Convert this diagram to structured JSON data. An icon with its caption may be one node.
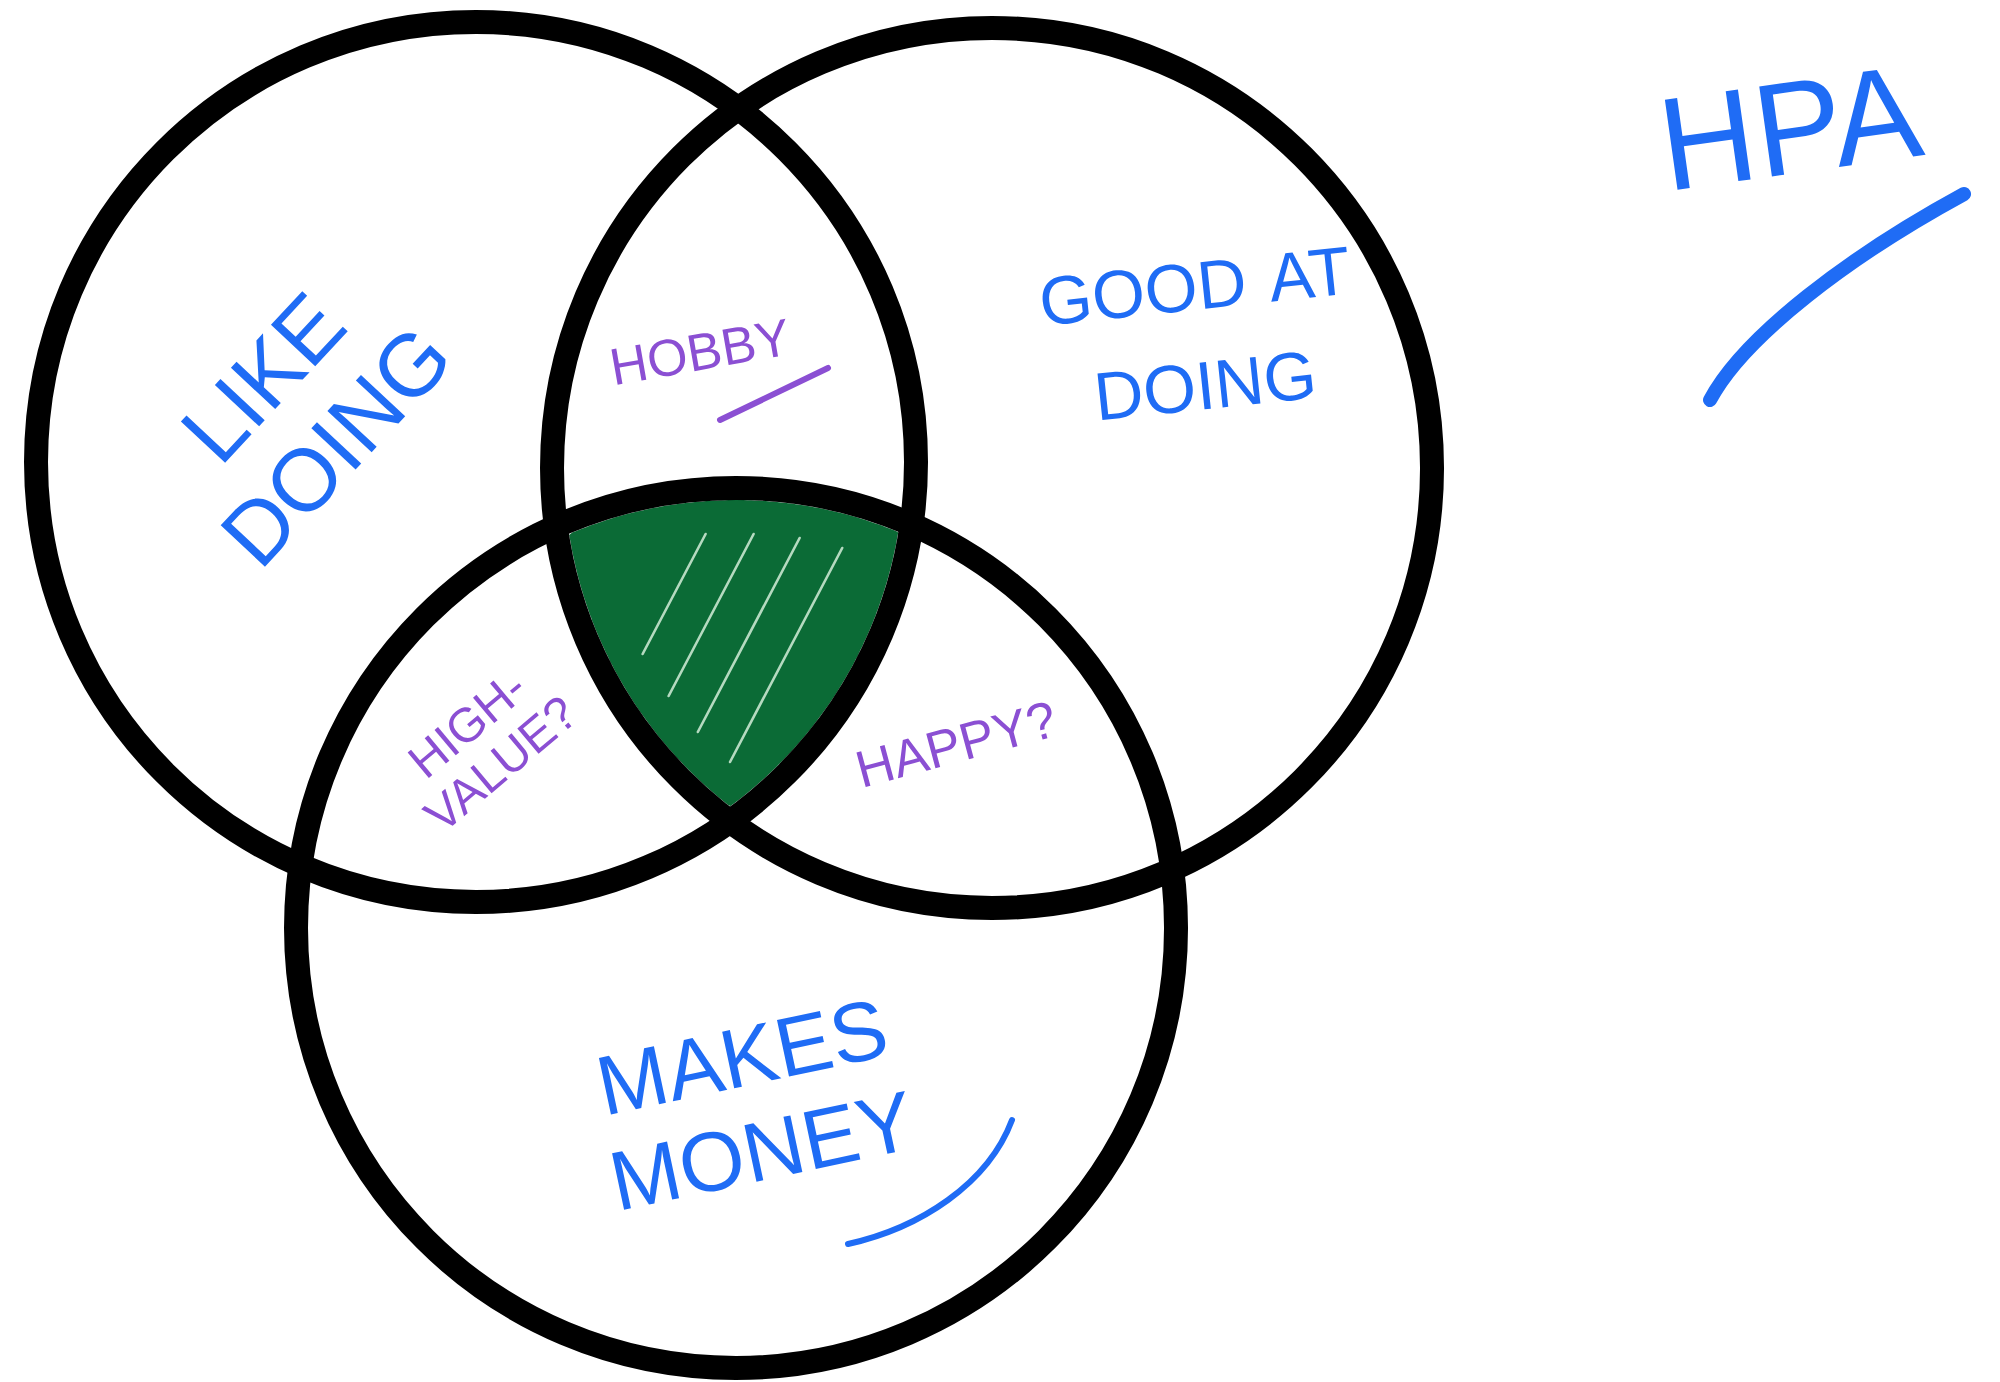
{
  "diagram": {
    "nodes": [
      {
        "text": [
          "LIKE DOING"
        ]
      },
      {
        "text": [
          "GOOD AT DOING"
        ]
      },
      {
        "text": [
          "MAKES MONEY"
        ]
      }
    ],
    "labels": [
      "HPA",
      "HOBBY",
      "HIGH-VALUE?",
      "HAPPY?"
    ]
  }
}
